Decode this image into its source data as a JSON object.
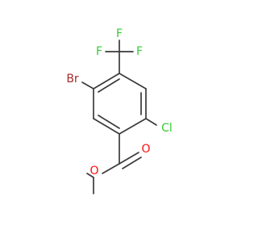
{
  "atoms": {
    "F_top": {
      "label": "F",
      "color": "#33cc33"
    },
    "F_left": {
      "label": "F",
      "color": "#33cc33"
    },
    "F_right": {
      "label": "F",
      "color": "#33cc33"
    },
    "Br": {
      "label": "Br",
      "color": "#a62929"
    },
    "Cl": {
      "label": "Cl",
      "color": "#33cc33"
    },
    "O_carbonyl": {
      "label": "O",
      "color": "#ff0d0d"
    },
    "O_ester": {
      "label": "O",
      "color": "#ff0d0d"
    }
  },
  "bond_color": "#3a3a3a"
}
